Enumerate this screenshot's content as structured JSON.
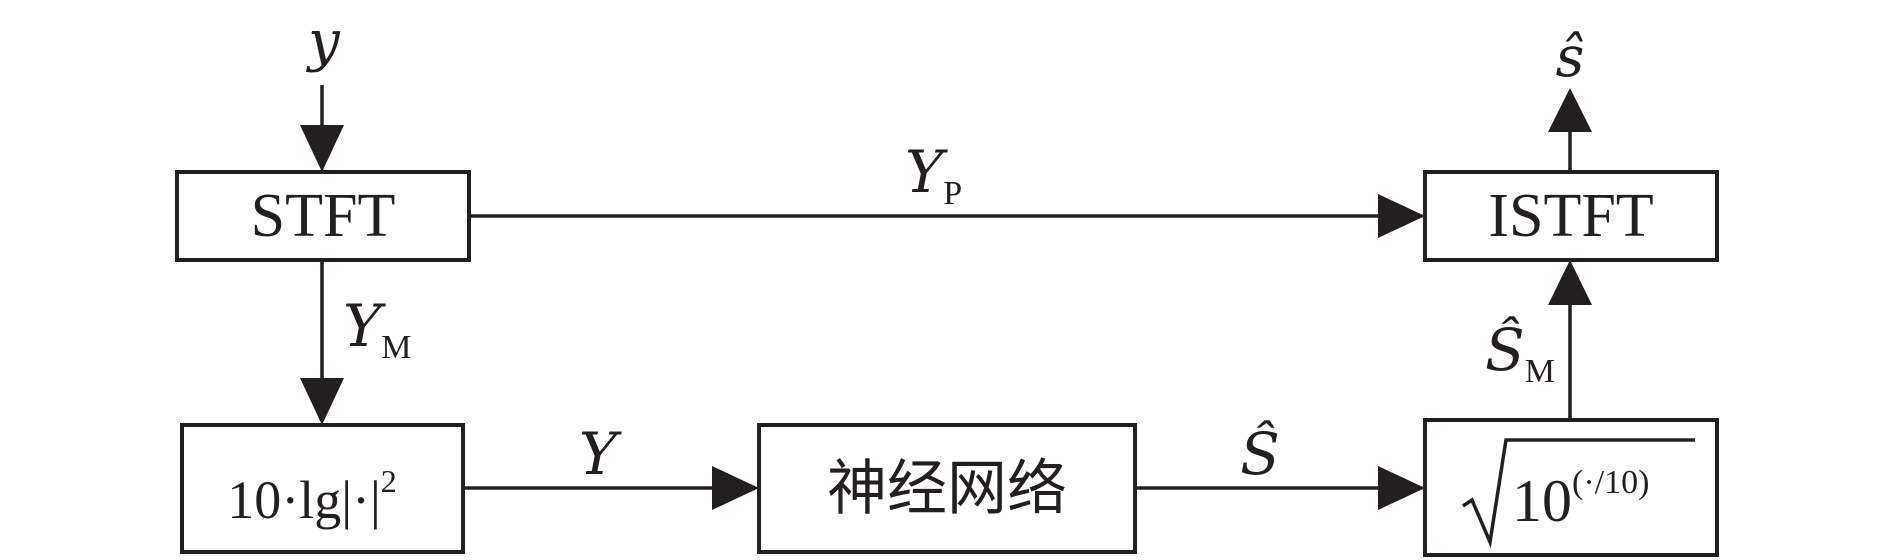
{
  "blocks": {
    "stft": "STFT",
    "istft": "ISTFT",
    "log_power": {
      "base": "10·lg|·|",
      "exp": "2"
    },
    "network": "神经网络",
    "exp_sqrt": {
      "base": "10",
      "exp": "(·/10)"
    }
  },
  "signals": {
    "input": "y",
    "output": "ŝ",
    "phase": {
      "main": "Y",
      "sub": "P"
    },
    "magnitude": {
      "main": "Y",
      "sub": "M"
    },
    "log_feature": "Y",
    "net_output": "Ŝ",
    "est_magnitude": {
      "main": "Ŝ",
      "sub": "M"
    }
  }
}
